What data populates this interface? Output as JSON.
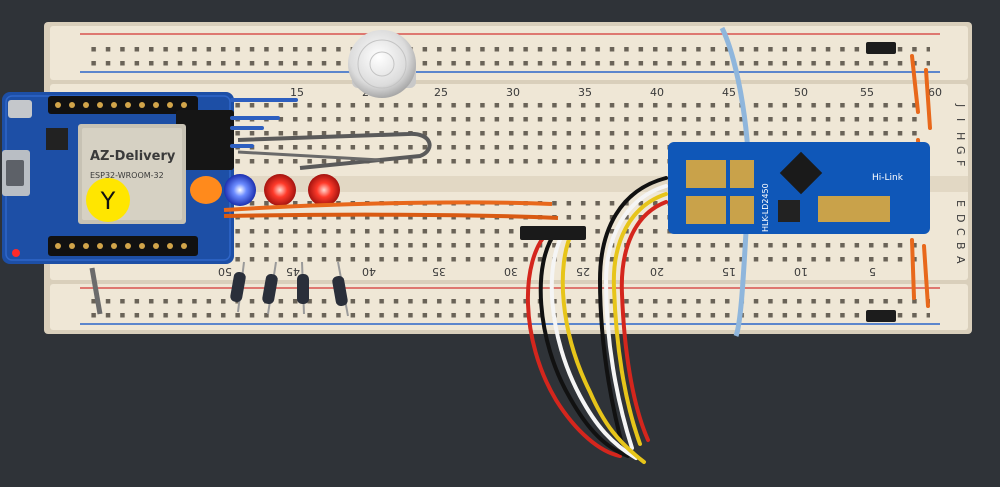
{
  "breadboard": {
    "top_column_numbers": [
      "15",
      "20",
      "25",
      "30",
      "35",
      "40",
      "45",
      "50",
      "55",
      "60"
    ],
    "bottom_column_numbers": [
      "50",
      "45",
      "40",
      "35",
      "30",
      "25",
      "20",
      "15",
      "10",
      "5"
    ],
    "row_letters": [
      "J",
      "I",
      "H",
      "G",
      "F",
      "E",
      "D",
      "C",
      "B",
      "A"
    ]
  },
  "esp32_board": {
    "brand": "AZ-Delivery",
    "module": "ESP32-WROOM-32",
    "sticker": "Y"
  },
  "radar_module": {
    "label": "HLK-LD2450",
    "brand": "Hi-Link"
  },
  "colors": {
    "background": "#2f3338",
    "breadboard": "#ede4d2",
    "pcb_blue": "#1d4fa6",
    "radar_blue": "#0f57b8",
    "led_red": "#e52b24",
    "led_blue": "#3a5cff",
    "led_orange": "#ff8a1c",
    "wire_orange": "#e8681b"
  }
}
